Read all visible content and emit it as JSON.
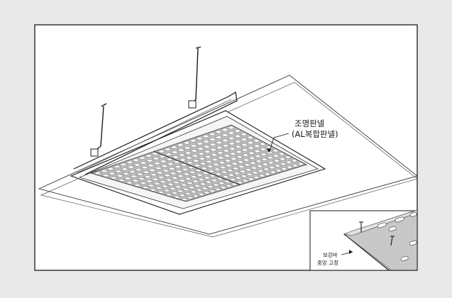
{
  "diagram": {
    "callout_main": {
      "line1": "조명판넬",
      "line2": "(AL복합판넬)"
    },
    "callout_detail": {
      "line1": "보강바",
      "line2": "중앙 고정"
    }
  },
  "colors": {
    "background": "#e9e9e9",
    "panel": "#ffffff",
    "line": "#1a1a1a",
    "grid_fill": "#9a9a9a",
    "detail_board": "#c8c8c8"
  }
}
